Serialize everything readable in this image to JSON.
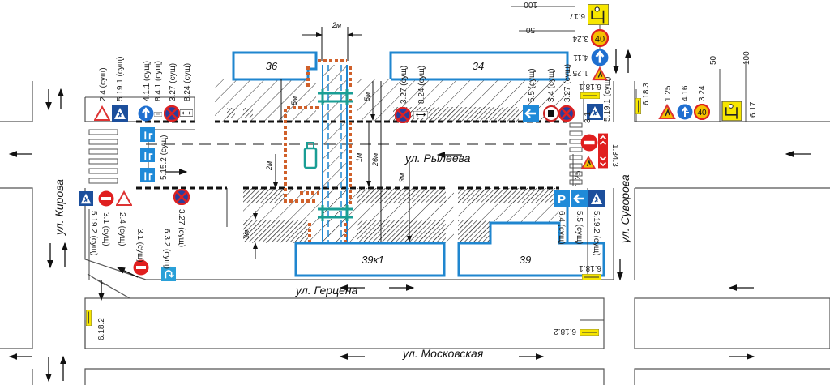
{
  "streets": {
    "rylyeva": "ул. Рылеева",
    "kirova": "ул. Кирова",
    "suvorova": "ул. Суворова",
    "gertsena": "ул. Герцена",
    "moskovskaya": "ул. Московская"
  },
  "buildings": {
    "b36": "36",
    "b34": "34",
    "b39k1": "39к1",
    "b39": "39"
  },
  "dimensions": {
    "top_width": "2м",
    "left_walk": "5м",
    "right_walk": "5м",
    "fence_offset": "2м",
    "lane": "1м",
    "road_width": "26м",
    "bottom_walk": "3м",
    "bottom_left_walk": "3м"
  },
  "distance_markers": {
    "top_100": "100",
    "top_50": "50",
    "right_50": "50",
    "right_100": "100"
  },
  "signs": {
    "top_left": [
      "2.4 (сущ)",
      "5.19.1 (сущ)",
      "4.1.1 (сущ)",
      "8.4.1 (сущ)",
      "3.27 (сущ)",
      "8.24 (сущ)"
    ],
    "lanes_left": "5.15.2 (сущ)",
    "bottom_left": [
      "5.19.2 (сущ)",
      "3.1 (сущ)",
      "2.4 (сущ)",
      "3.1 (сущ)",
      "6.3.2 (сущ)",
      "3.27 (сущ)"
    ],
    "top_middle": [
      "3.27 (сущ)",
      "8.24 (сущ)"
    ],
    "top_right": [
      "5.5 (сущ)",
      "3.4 (сущ)",
      "3.27 (сущ)",
      "5.19.1 (сущ)",
      "6.18.1"
    ],
    "column": [
      "6.17",
      "3.24",
      "4.11",
      "1.25"
    ],
    "crossing_right": [
      "3.1",
      "1.34.3",
      "1.25"
    ],
    "bottom_right": [
      "6.4 (сущ)",
      "5.5 (сущ)",
      "5.19.2 (сущ)",
      "6.18.1"
    ],
    "far_right": [
      "6.18.3",
      "1.25",
      "4.16",
      "3.24",
      "6.17"
    ],
    "bottom": [
      "6.18.2",
      "6.18.2"
    ],
    "speed_limit": "40",
    "parking": "P"
  }
}
